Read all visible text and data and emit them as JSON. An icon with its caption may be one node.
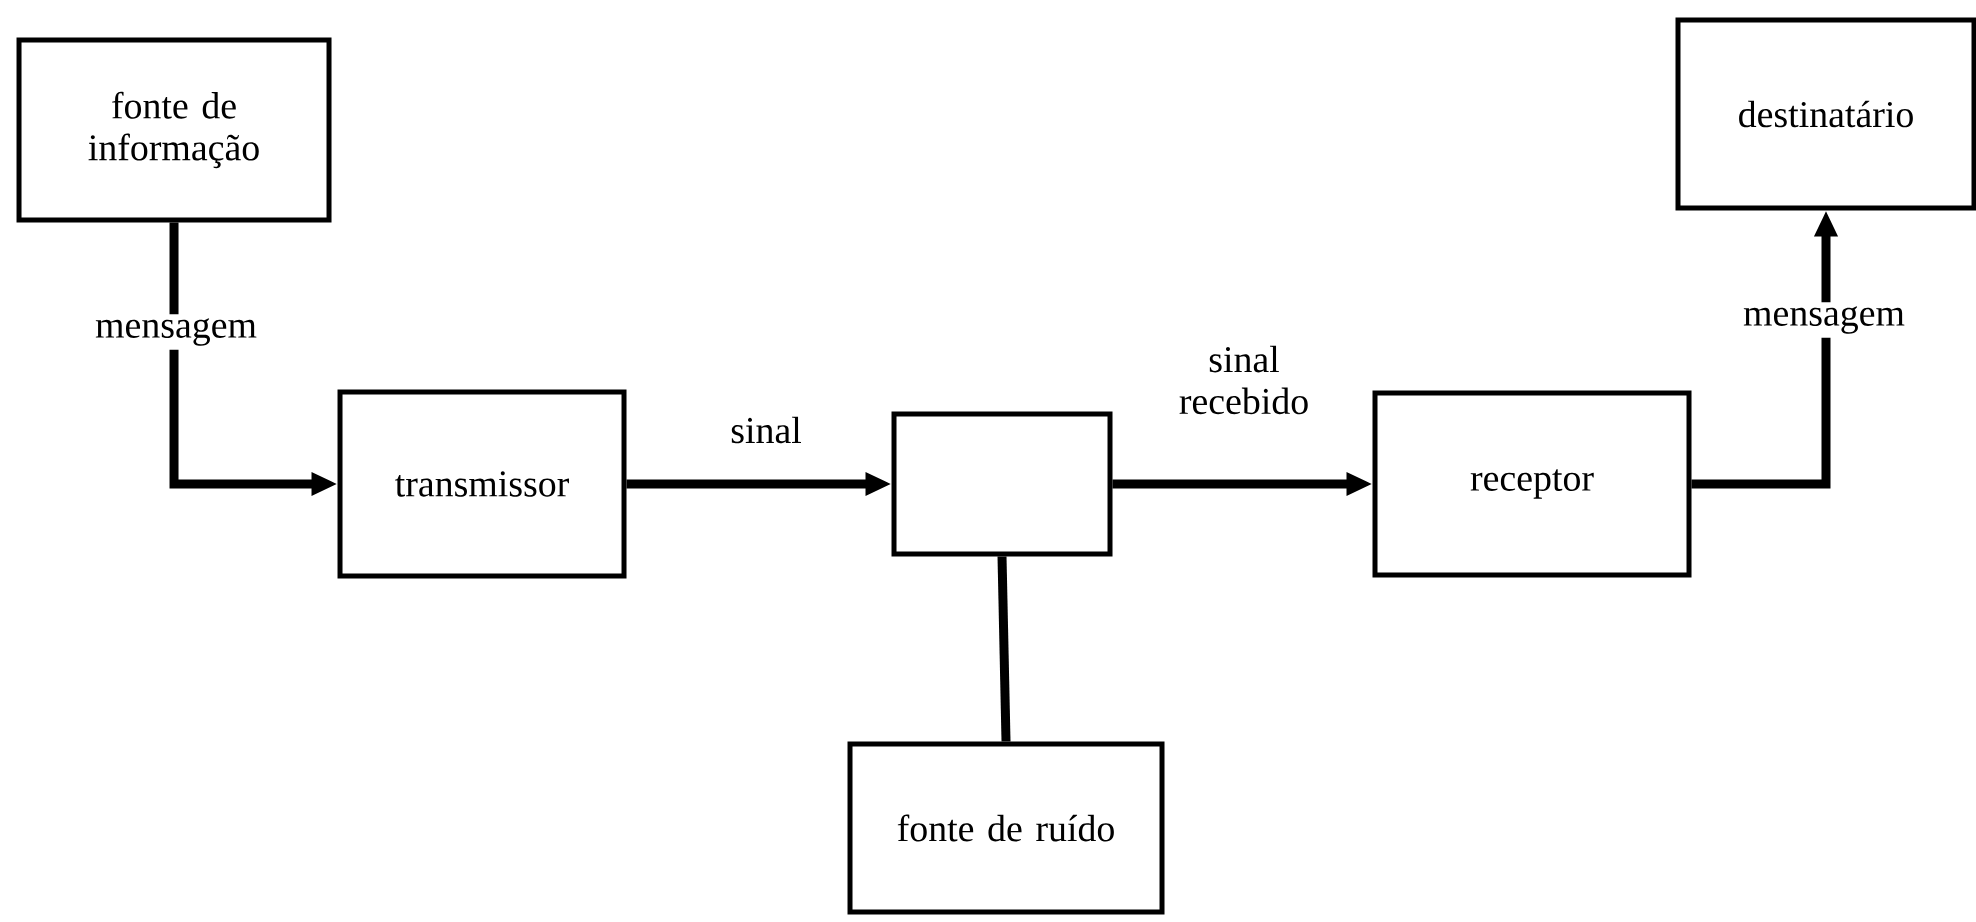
{
  "diagram": {
    "nodes": [
      {
        "text": [
          "fonte de informação"
        ]
      },
      {
        "text": [
          "transmissor"
        ]
      },
      {
        "text": [],
        "shape": "box"
      },
      {
        "text": [
          "receptor"
        ]
      },
      {
        "text": [
          "destinatário"
        ]
      },
      {
        "text": [
          "fonte de ruído"
        ]
      }
    ],
    "edges": [
      {
        "from": 0,
        "to": 1,
        "arrow": "to",
        "label": "mensagem"
      },
      {
        "from": 1,
        "to": 2,
        "arrow": "to",
        "label": "sinal"
      },
      {
        "from": 2,
        "to": 3,
        "arrow": "to",
        "label": "sinal recebido"
      },
      {
        "from": 3,
        "to": 4,
        "arrow": "to",
        "label": "mensagem"
      },
      {
        "from": 5,
        "to": 2,
        "arrow": "none"
      }
    ]
  }
}
